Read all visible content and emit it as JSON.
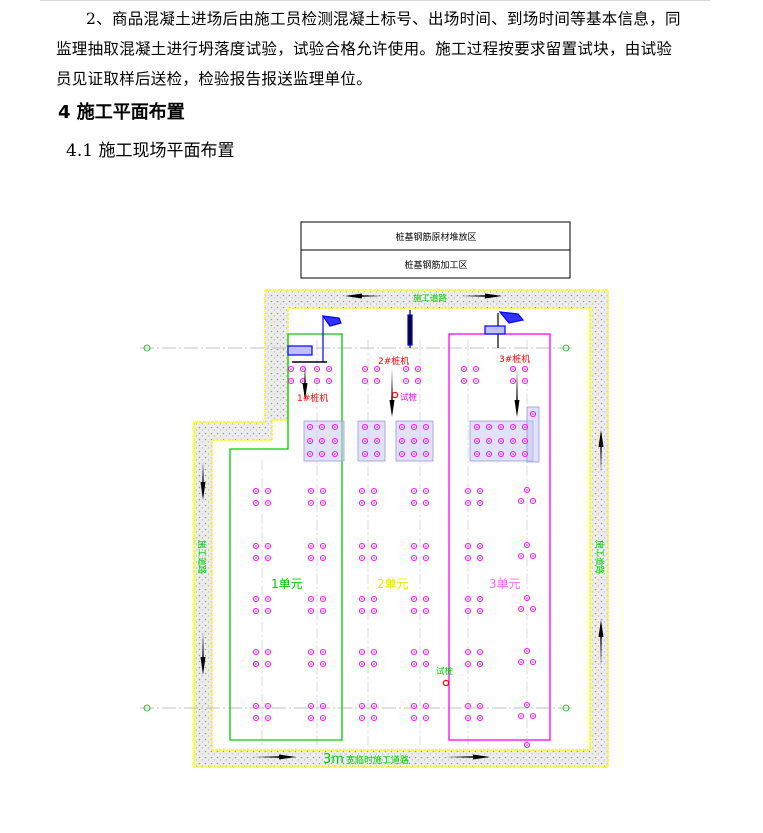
{
  "document": {
    "paragraph_lines": [
      "2、商品混凝土进场后由施工员检测混凝土标号、出场时间、到场时间等基本信息，同",
      "监理抽取混凝土进行坍落度试验，试验合格允许使用。施工过程按要求留置试块，由试验",
      "员见证取样后送检，检验报告报送监理单位。"
    ],
    "heading_4": "4  施工平面布置",
    "heading_4_1": "4.1 施工现场平面布置"
  },
  "site_plan": {
    "zone_top": "桩基钢筋原材堆放区",
    "zone_bottom": "桩基钢筋加工区",
    "road_top": "施工道路",
    "road_left": "施工道路",
    "road_right": "施工道路",
    "road_bottom_prefix": "3m",
    "road_bottom": "宽临时施工道路",
    "rig_1": "1#桩机",
    "rig_2": "2#桩机",
    "rig_3": "3#桩机",
    "test_pile_top": "试桩",
    "test_pile_bottom": "试桩",
    "unit_1": "1单元",
    "unit_2": "2单元",
    "unit_3": "3单元",
    "colors": {
      "road_border": "#ffff00",
      "road_fill": "#d9d9d9",
      "unit_1": "#00cc00",
      "unit_2": "#ffff00",
      "unit_3": "#ff00ff",
      "pile": "#ff00ff",
      "cap": "#a0a0e8",
      "label_red": "#ff0000",
      "label_green": "#00cc00",
      "rig": "#0000ff"
    }
  }
}
